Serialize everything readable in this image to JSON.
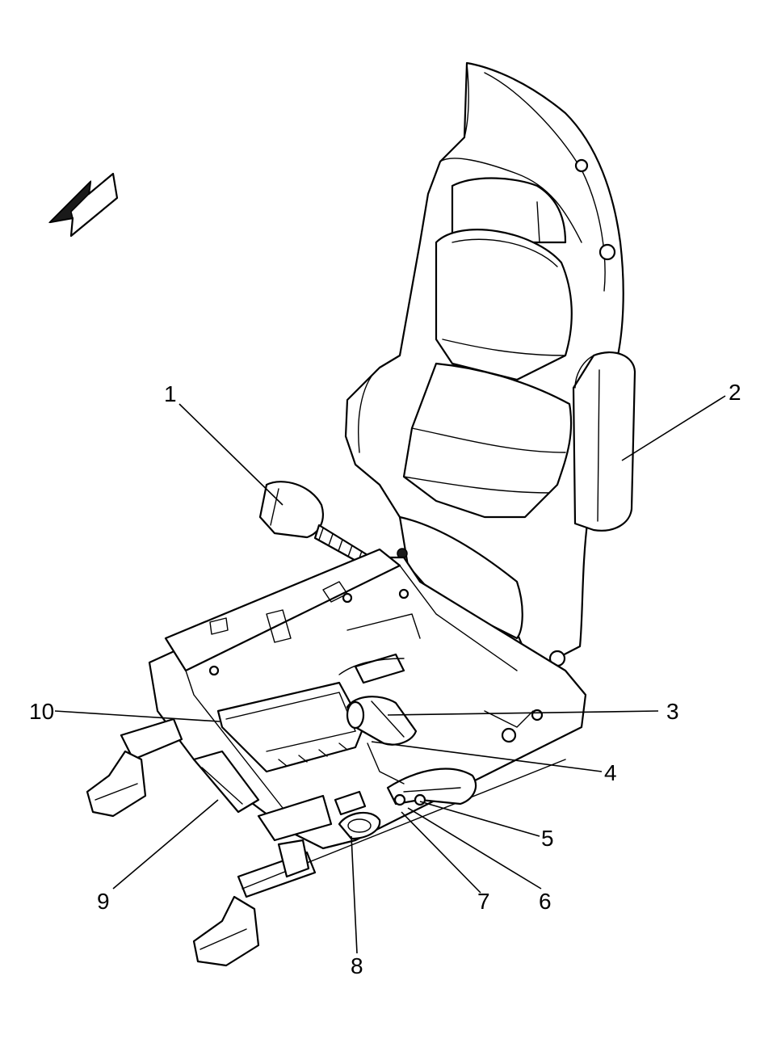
{
  "figure": {
    "background": "#ffffff",
    "line_color": "#000000",
    "direction_arrow": "front-direction-arrow-icon"
  },
  "callouts": [
    {
      "id": "1",
      "label": "1"
    },
    {
      "id": "2",
      "label": "2"
    },
    {
      "id": "3",
      "label": "3"
    },
    {
      "id": "4",
      "label": "4"
    },
    {
      "id": "5",
      "label": "5"
    },
    {
      "id": "6",
      "label": "6"
    },
    {
      "id": "7",
      "label": "7"
    },
    {
      "id": "8",
      "label": "8"
    },
    {
      "id": "9",
      "label": "9"
    },
    {
      "id": "10",
      "label": "10"
    }
  ]
}
